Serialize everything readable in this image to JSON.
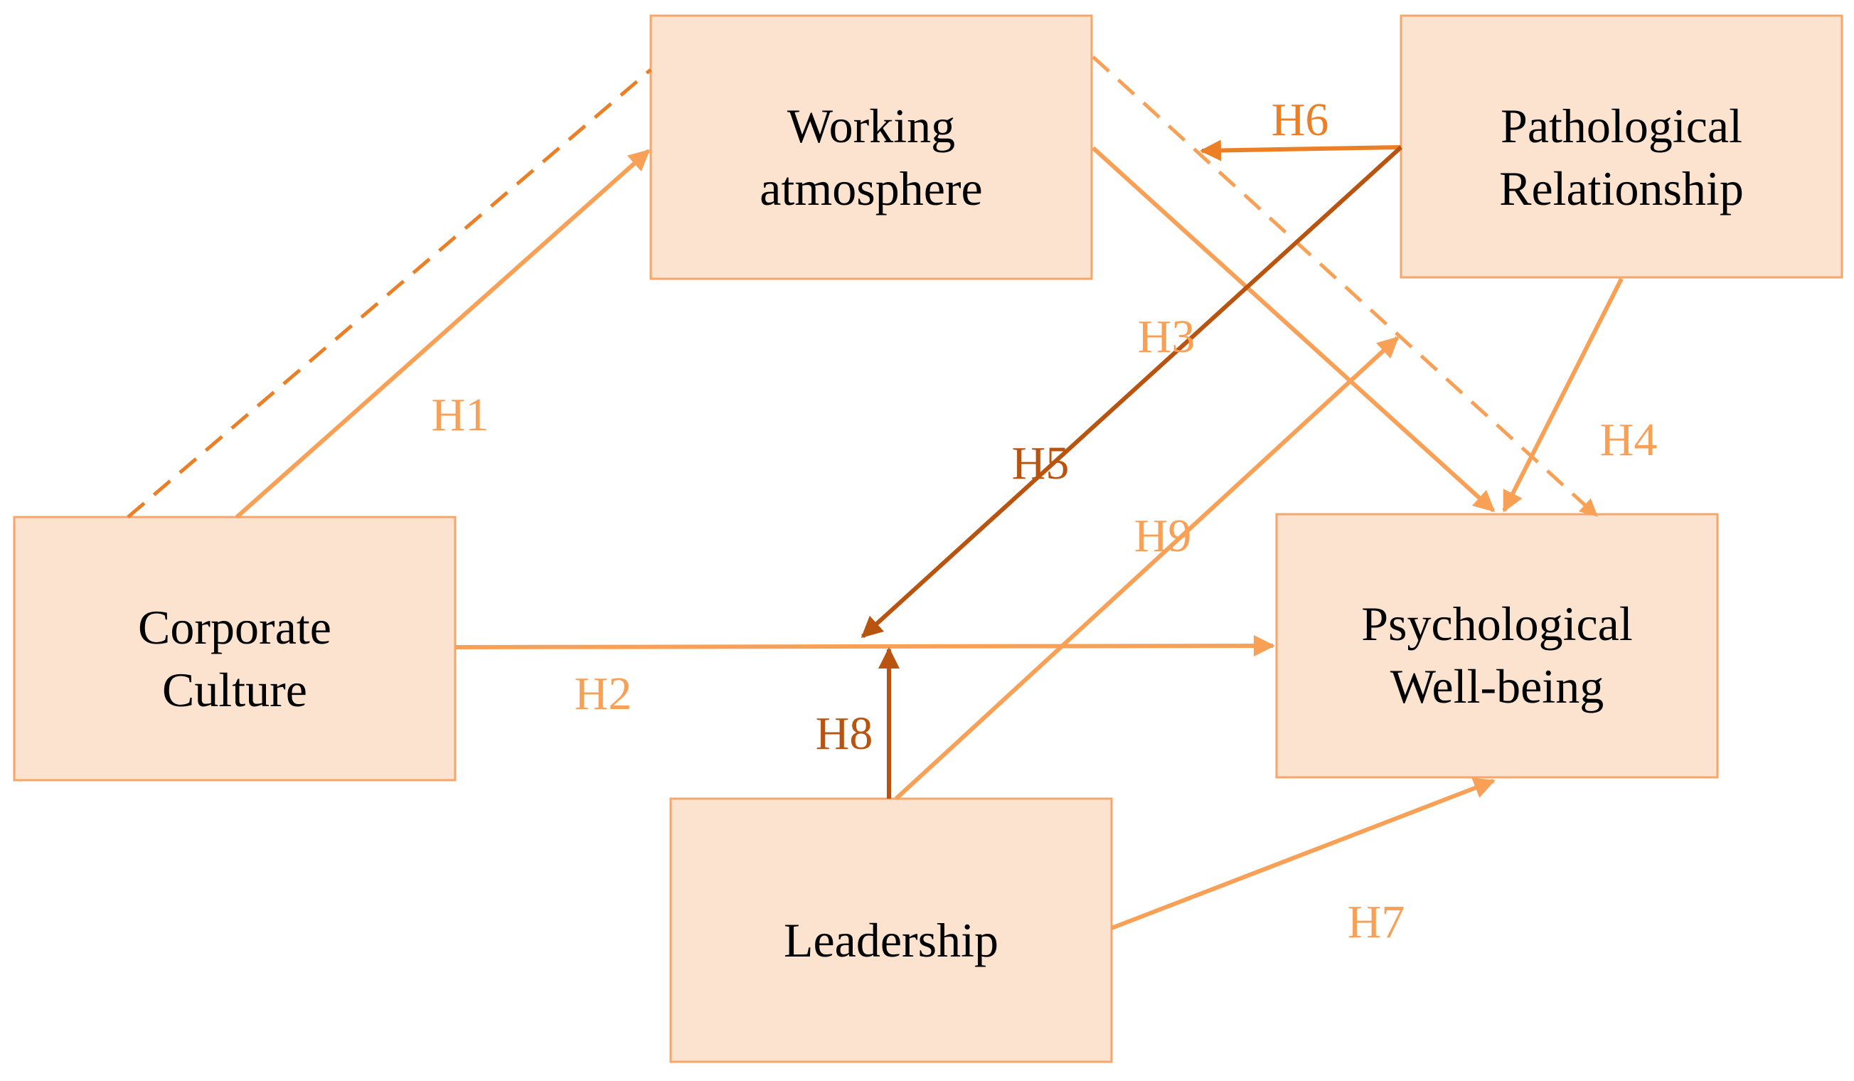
{
  "colors": {
    "light_orange": "#f7a056",
    "mid_orange": "#ec7f26",
    "dark_orange": "#b85410",
    "box_fill": "#fbe3d0",
    "box_border": "#f7a66a"
  },
  "nodes": {
    "working_atmosphere": {
      "line1": "Working",
      "line2": "atmosphere"
    },
    "pathological_relationship": {
      "line1": "Pathological",
      "line2": "Relationship"
    },
    "corporate_culture": {
      "line1": "Corporate",
      "line2": "Culture"
    },
    "psychological_wellbeing": {
      "line1": "Psychological",
      "line2": "Well-being"
    },
    "leadership": {
      "line1": "Leadership"
    }
  },
  "edges": {
    "h1": "H1",
    "h2": "H2",
    "h3": "H3",
    "h4": "H4",
    "h5": "H5",
    "h6": "H6",
    "h7": "H7",
    "h8": "H8",
    "h9": "H9"
  }
}
